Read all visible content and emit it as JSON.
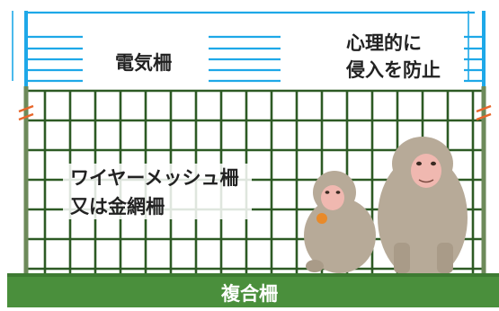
{
  "labels": {
    "electric_fence": "電気柵",
    "psychological_line1": "心理的に",
    "psychological_line2": "侵入を防止",
    "mesh_line1": "ワイヤーメッシュ柵",
    "mesh_line2": "又は金網柵",
    "composite": "複合柵"
  },
  "colors": {
    "electric_wire": "#1ea8e8",
    "mesh": "#2d5a24",
    "post": "#6d8a5a",
    "insulator": "#e8662a",
    "ground": "#4a8f3c",
    "monkey_fur": "#b7aa98",
    "monkey_face": "#f0b8b0"
  },
  "icons": [
    "monkey-adult-illustration",
    "monkey-juvenile-illustration"
  ]
}
